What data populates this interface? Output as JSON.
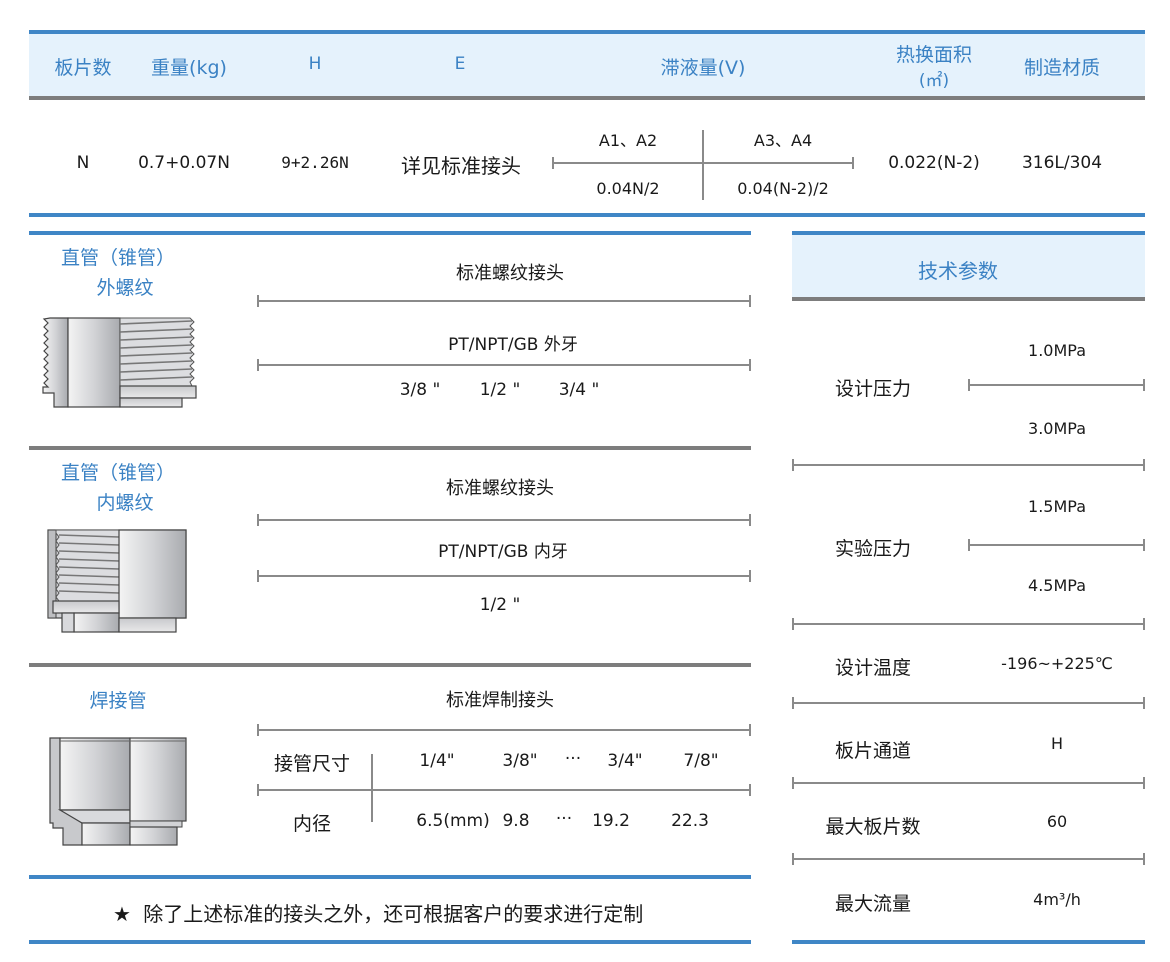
{
  "top_table": {
    "headers": {
      "plates": "板片数",
      "weight": "重量(kg)",
      "h": "H",
      "e": "E",
      "holdup": "滞液量(V)",
      "area_line1": "热换面积",
      "area_line2": "(㎡)",
      "material": "制造材质"
    },
    "row": {
      "plates": "N",
      "weight": "0.7+0.07N",
      "h": "9+2.26N",
      "e": "详见标准接头",
      "holdup_a12_label": "A1、A2",
      "holdup_a34_label": "A3、A4",
      "holdup_a12_value": "0.04N/2",
      "holdup_a34_value": "0.04(N-2)/2",
      "area": "0.022(N-2)",
      "material": "316L/304"
    }
  },
  "connections": [
    {
      "title_line1": "直管（锥管）",
      "title_line2": "外螺纹",
      "icon": "male-thread-fitting-icon",
      "standard": "标准螺纹接头",
      "thread_type": "PT/NPT/GB  外牙",
      "sizes": [
        "3/8 \"",
        "1/2 \"",
        "3/4 \""
      ]
    },
    {
      "title_line1": "直管（锥管）",
      "title_line2": "内螺纹",
      "icon": "female-thread-fitting-icon",
      "standard": "标准螺纹接头",
      "thread_type": "PT/NPT/GB  内牙",
      "sizes": [
        "1/2 \""
      ]
    },
    {
      "title_line1": "焊接管",
      "icon": "weld-fitting-icon",
      "standard": "标准焊制接头",
      "row1_label": "接管尺寸",
      "row1_values": [
        "1/4\"",
        "3/8\"",
        "···",
        "3/4\"",
        "7/8\""
      ],
      "row2_label": "内径",
      "row2_values": [
        "6.5(mm)",
        "9.8",
        "···",
        "19.2",
        "22.3"
      ]
    }
  ],
  "footnote": {
    "star": "★",
    "text": "除了上述标准的接头之外，还可根据客户的要求进行定制"
  },
  "tech_params": {
    "title": "技术参数",
    "design_pressure": {
      "label": "设计压力",
      "value1": "1.0MPa",
      "value2": "3.0MPa"
    },
    "test_pressure": {
      "label": "实验压力",
      "value1": "1.5MPa",
      "value2": "4.5MPa"
    },
    "design_temp": {
      "label": "设计温度",
      "value": "-196~+225℃"
    },
    "plate_channel": {
      "label": "板片通道",
      "value": "H"
    },
    "max_plates": {
      "label": "最大板片数",
      "value": "60"
    },
    "max_flow": {
      "label": "最大流量",
      "value": "4m³/h"
    }
  },
  "colors": {
    "accent_blue": "#3f86c6",
    "header_bg": "#e5f2fc",
    "divider_grey": "#7d7d7d"
  }
}
